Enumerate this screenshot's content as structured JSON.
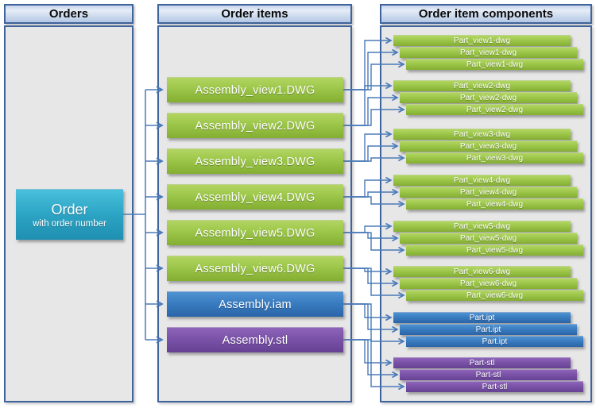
{
  "columns": [
    {
      "title": "Orders"
    },
    {
      "title": "Order items"
    },
    {
      "title": "Order item components"
    }
  ],
  "order": {
    "title": "Order",
    "subtitle": "with order number"
  },
  "order_items": [
    {
      "label": "Assembly_view1.DWG",
      "type": "dwg"
    },
    {
      "label": "Assembly_view2.DWG",
      "type": "dwg"
    },
    {
      "label": "Assembly_view3.DWG",
      "type": "dwg"
    },
    {
      "label": "Assembly_view4.DWG",
      "type": "dwg"
    },
    {
      "label": "Assembly_view5.DWG",
      "type": "dwg"
    },
    {
      "label": "Assembly_view6.DWG",
      "type": "dwg"
    },
    {
      "label": "Assembly.iam",
      "type": "iam"
    },
    {
      "label": "Assembly.stl",
      "type": "stl"
    }
  ],
  "component_groups": [
    {
      "label": "Part_view1-dwg",
      "type": "dwg",
      "copies": 3
    },
    {
      "label": "Part_view2-dwg",
      "type": "dwg",
      "copies": 3
    },
    {
      "label": "Part_view3-dwg",
      "type": "dwg",
      "copies": 3
    },
    {
      "label": "Part_view4-dwg",
      "type": "dwg",
      "copies": 3
    },
    {
      "label": "Part_view5-dwg",
      "type": "dwg",
      "copies": 3
    },
    {
      "label": "Part_view6-dwg",
      "type": "dwg",
      "copies": 3
    },
    {
      "label": "Part.ipt",
      "type": "iam",
      "copies": 3
    },
    {
      "label": "Part-stl",
      "type": "stl",
      "copies": 3
    }
  ],
  "colors": {
    "panel_border": "#3f639b",
    "panel_fill": "#e7e7e7",
    "header_fill_top": "#c7d5ec",
    "header_fill_bottom": "#b3c7e4",
    "connector": "#4a7ab8",
    "dwg_green": "#9cc649",
    "iam_blue": "#3a7cc0",
    "stl_purple": "#7a52a8",
    "order_cyan": "#2ea6c6"
  }
}
